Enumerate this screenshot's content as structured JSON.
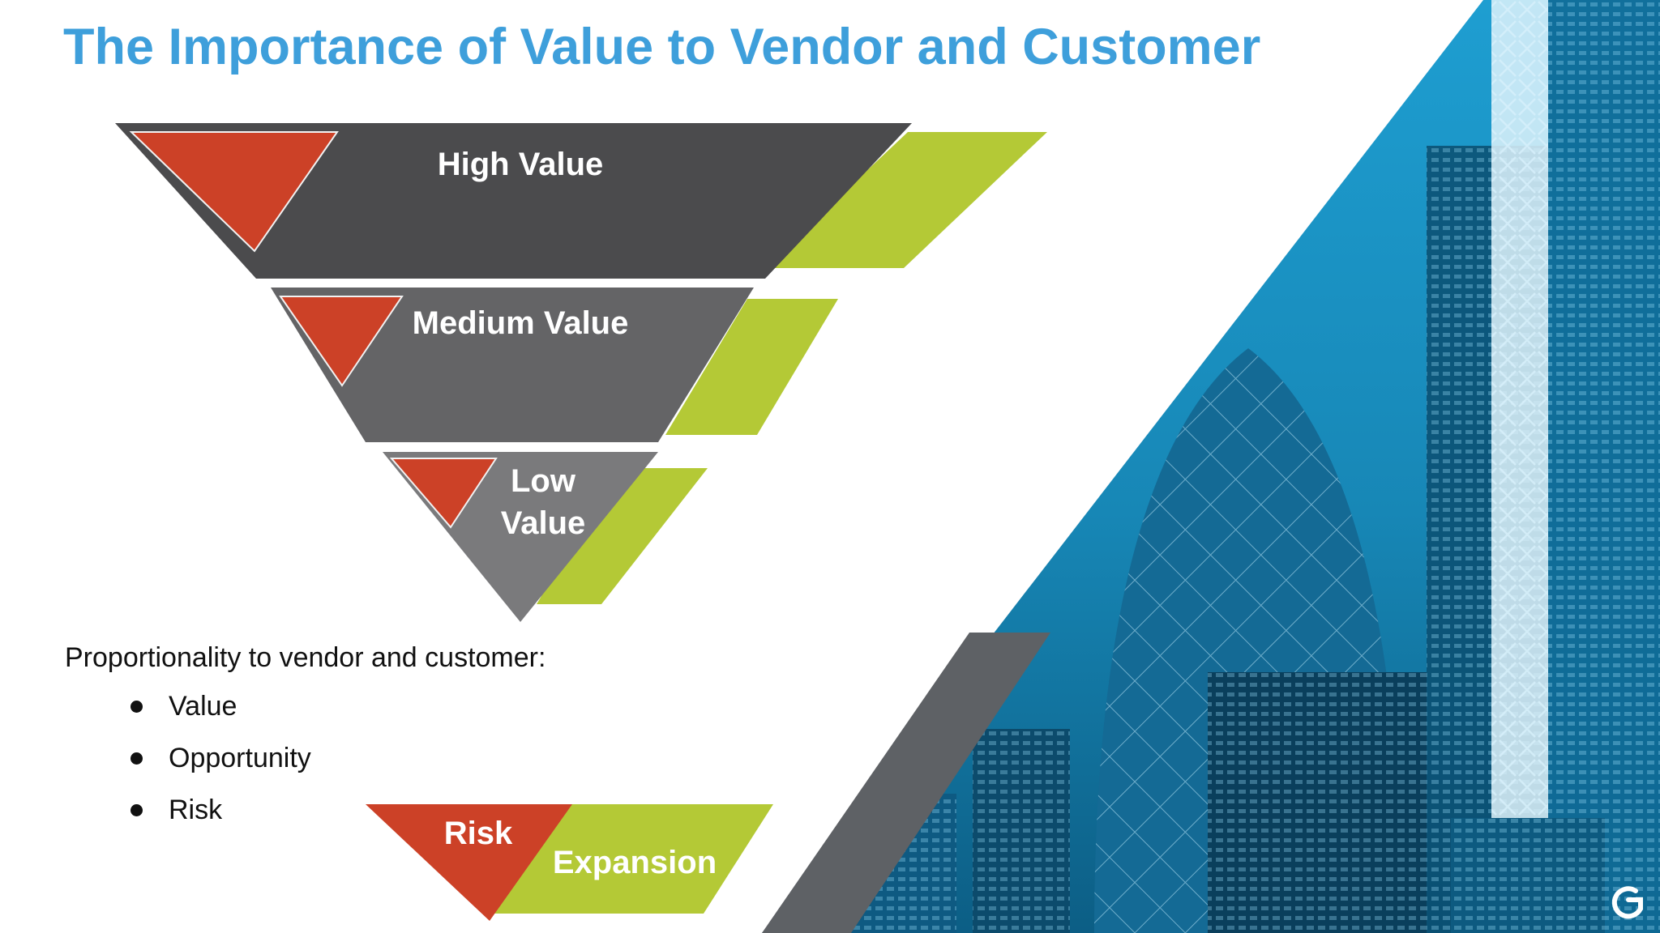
{
  "slide": {
    "title": "The Importance of Value to Vendor and Customer"
  },
  "funnel": {
    "tiers": [
      {
        "label": "High Value"
      },
      {
        "label_line1": "Medium Value"
      },
      {
        "label_line1": "Low",
        "label_line2": "Value"
      }
    ]
  },
  "body": {
    "intro": "Proportionality to vendor and customer:",
    "bullets": [
      "Value",
      "Opportunity",
      "Risk"
    ]
  },
  "legend": {
    "risk_label": "Risk",
    "expansion_label": "Expansion"
  },
  "colors": {
    "title_blue": "#3e9fdb",
    "risk_red": "#cc4127",
    "expansion_green": "#b4c936",
    "tier_dark": "#4b4b4d",
    "tier_mid": "#646466",
    "tier_light": "#7a7a7c",
    "photo_blue": "#1a8fc0"
  },
  "brand": {
    "logo_icon": "g-logo-icon"
  }
}
